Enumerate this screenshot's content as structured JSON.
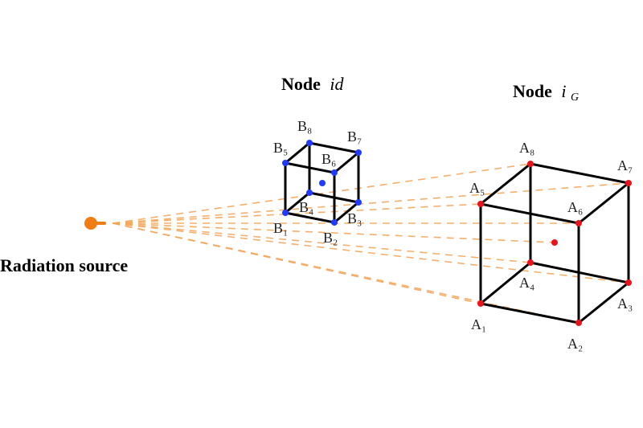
{
  "source": {
    "label": "Radiation source"
  },
  "node_small": {
    "title_prefix": "Node",
    "title_italic": "id",
    "vertex_color": "#1f3bff",
    "labels": {
      "b1": "B₁",
      "b2": "B₂",
      "b3": "B₃",
      "b4": "B₄",
      "b5": "B₅",
      "b6": "B₆",
      "b7": "B₇",
      "b8": "B₈"
    }
  },
  "node_large": {
    "title_prefix": "Node",
    "title_italic": "i",
    "title_subscript": "G",
    "vertex_color": "#e8141b",
    "labels": {
      "a1": "A₁",
      "a2": "A₂",
      "a3": "A₃",
      "a4": "A₄",
      "a5": "A₅",
      "a6": "A₆",
      "a7": "A₇",
      "a8": "A₈"
    }
  },
  "colors": {
    "source": "#f07d12",
    "rays": "#f4a65c",
    "edges": "#000000"
  }
}
